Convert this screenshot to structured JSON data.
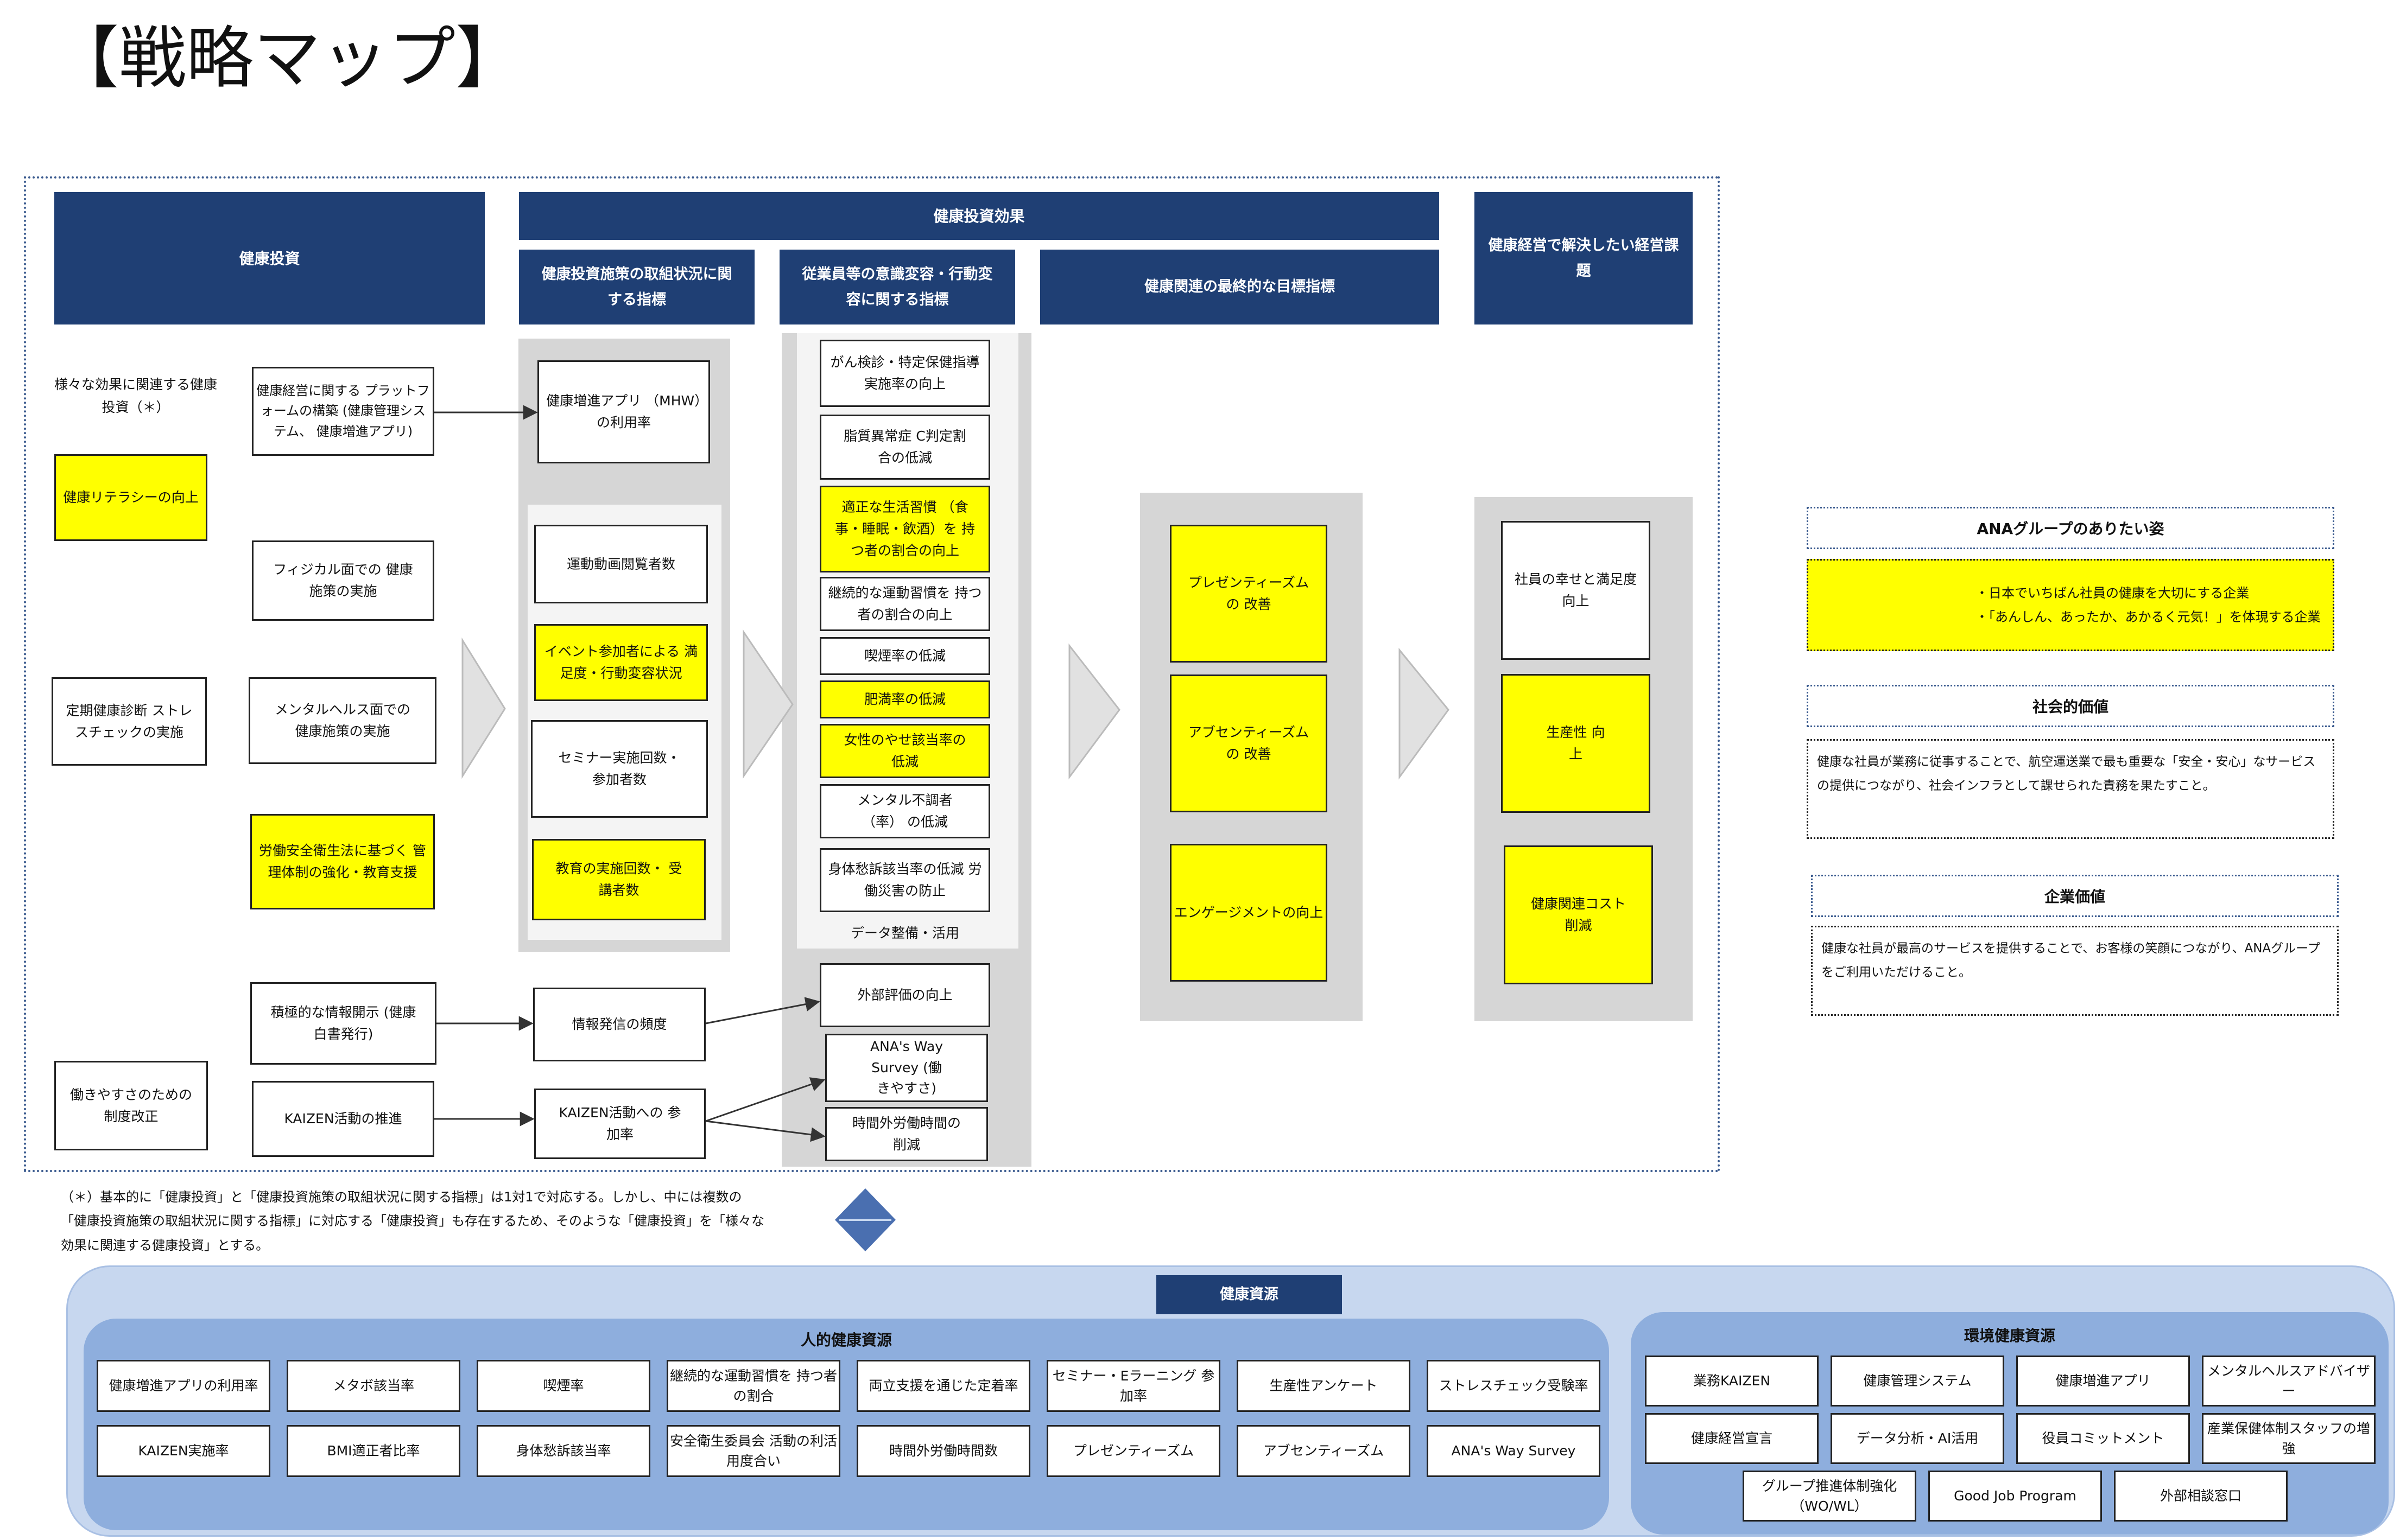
{
  "title": "【戦略マップ】",
  "headers": {
    "investment": "健康投資",
    "effect": "健康投資効果",
    "policy": "健康投資施策の取組状況に関する指標",
    "awareness": "従業員等の意識変容・行動変容に関する指標",
    "final": "健康関連の最終的な目標指標",
    "issue": "健康経営で解決したい経営課題"
  },
  "col1": {
    "various": "様々な効果に関連する健康投資（＊）",
    "literacy": "健康リテラシーの向上",
    "checkup": "定期健康診断 ストレスチェックの実施",
    "workstyle": "働きやすさのための 制度改正"
  },
  "col2": {
    "platform": "健康経営に関する プラットフォームの構築 (健康管理システム、 健康増進アプリ)",
    "physical": "フィジカル面での 健康施策の実施",
    "mental": "メンタルヘルス面での 健康施策の実施",
    "safety": "労働安全衛生法に基づく 管理体制の強化・教育支援",
    "disclosure": "積極的な情報開示 (健康白書発行)",
    "kaizen": "KAIZEN活動の推進"
  },
  "col3": {
    "app": "健康増進アプリ （MHW）の利用率",
    "video": "運動動画閲覧者数",
    "event": "イベント参加者による 満足度・行動変容状況",
    "seminar": "セミナー実施回数・ 参加者数",
    "education": "教育の実施回数・ 受講者数",
    "info": "情報発信の頻度",
    "kaizen_part": "KAIZEN活動への 参加率"
  },
  "col4": {
    "cancer": "がん検診・特定保健指導 実施率の向上",
    "lipid": "脂質異常症 C判定割合の低減",
    "habit": "適正な生活習慣 （食事・睡眠・飲酒）を 持つ者の割合の向上",
    "exercise": "継続的な運動習慣を 持つ者の割合の向上",
    "smoking": "喫煙率の低減",
    "obesity": "肥満率の低減",
    "women": "女性のやせ該当率の 低減",
    "mental": "メンタル不調者（率） の低減",
    "body": "身体愁訴該当率の低減 労働災害の防止",
    "data": "データ整備・活用",
    "external": "外部評価の向上",
    "survey": "ANA's Way Survey (働きやすさ)",
    "overtime": "時間外労働時間の 削減"
  },
  "col5": {
    "presenteeism": "プレゼンティーズムの 改善",
    "absenteeism": "アブセンティーズムの 改善",
    "engagement": "エンゲージメントの向上"
  },
  "col6": {
    "happiness": "社員の幸せと満足度 向上",
    "productivity": "生産性 向上",
    "cost": "健康関連コスト 削減"
  },
  "side": {
    "ideal_title": "ANAグループのありたい姿",
    "ideal_line1": "・日本でいちばん社員の健康を大切にする企業",
    "ideal_line2": "・「あんしん、あったか、あかるく元気！」を体現する企業",
    "social_title": "社会的価値",
    "social_body": "健康な社員が業務に従事することで、航空運送業で最も重要な「安全・安心」なサービスの提供につながり、社会インフラとして課せられた責務を果たすこと。",
    "corp_title": "企業価値",
    "corp_body": "健康な社員が最高のサービスを提供することで、お客様の笑顔につながり、ANAグループをご利用いただけること。"
  },
  "note": {
    "line1": "（＊）基本的に「健康投資」と「健康投資施策の取組状況に関する指標」は1対1で対応する。しかし、中には複数の",
    "line2": "「健康投資施策の取組状況に関する指標」に対応する「健康投資」も存在するため、そのような「健康投資」を「様々な",
    "line3": "効果に関連する健康投資」とする。"
  },
  "resources": {
    "title": "健康資源",
    "human_title": "人的健康資源",
    "env_title": "環境健康資源",
    "human": [
      {
        "label": "健康増進アプリの利用率",
        "yellow": false
      },
      {
        "label": "メタボ該当率",
        "yellow": true
      },
      {
        "label": "喫煙率",
        "yellow": false
      },
      {
        "label": "継続的な運動習慣を 持つ者の割合",
        "yellow": false
      },
      {
        "label": "両立支援を通じた定着率",
        "yellow": false
      },
      {
        "label": "セミナー・Eラーニング 参加率",
        "yellow": false
      },
      {
        "label": "生産性アンケート",
        "yellow": true
      },
      {
        "label": "ストレスチェック受験率",
        "yellow": true
      },
      {
        "label": "KAIZEN実施率",
        "yellow": false
      },
      {
        "label": "BMI適正者比率",
        "yellow": true
      },
      {
        "label": "身体愁訴該当率",
        "yellow": true
      },
      {
        "label": "安全衛生委員会 活動の利活用度合い",
        "yellow": false
      },
      {
        "label": "時間外労働時間数",
        "yellow": false
      },
      {
        "label": "プレゼンティーズム",
        "yellow": false
      },
      {
        "label": "アブセンティーズム",
        "yellow": false
      },
      {
        "label": "ANA's Way Survey",
        "yellow": false
      }
    ],
    "env": [
      {
        "label": "業務KAIZEN",
        "yellow": false
      },
      {
        "label": "健康管理システム",
        "yellow": false
      },
      {
        "label": "健康増進アプリ",
        "yellow": false
      },
      {
        "label": "メンタルヘルスアドバイザー",
        "yellow": false
      },
      {
        "label": "健康経営宣言",
        "yellow": false
      },
      {
        "label": "データ分析・AI活用",
        "yellow": false
      },
      {
        "label": "役員コミットメント",
        "yellow": false
      },
      {
        "label": "産業保健体制スタッフの増強",
        "yellow": false
      },
      {
        "label": "グループ推進体制強化 （WO/WL）",
        "yellow": false
      },
      {
        "label": "Good Job Program",
        "yellow": true
      },
      {
        "label": "外部相談窓口",
        "yellow": true
      }
    ]
  },
  "colors": {
    "navy": "#1f3f74",
    "highlight": "#ffff00",
    "panel": "#d6d6d6",
    "resource_bg": "#c7d7ef",
    "resource_inner": "#8eaedd"
  }
}
